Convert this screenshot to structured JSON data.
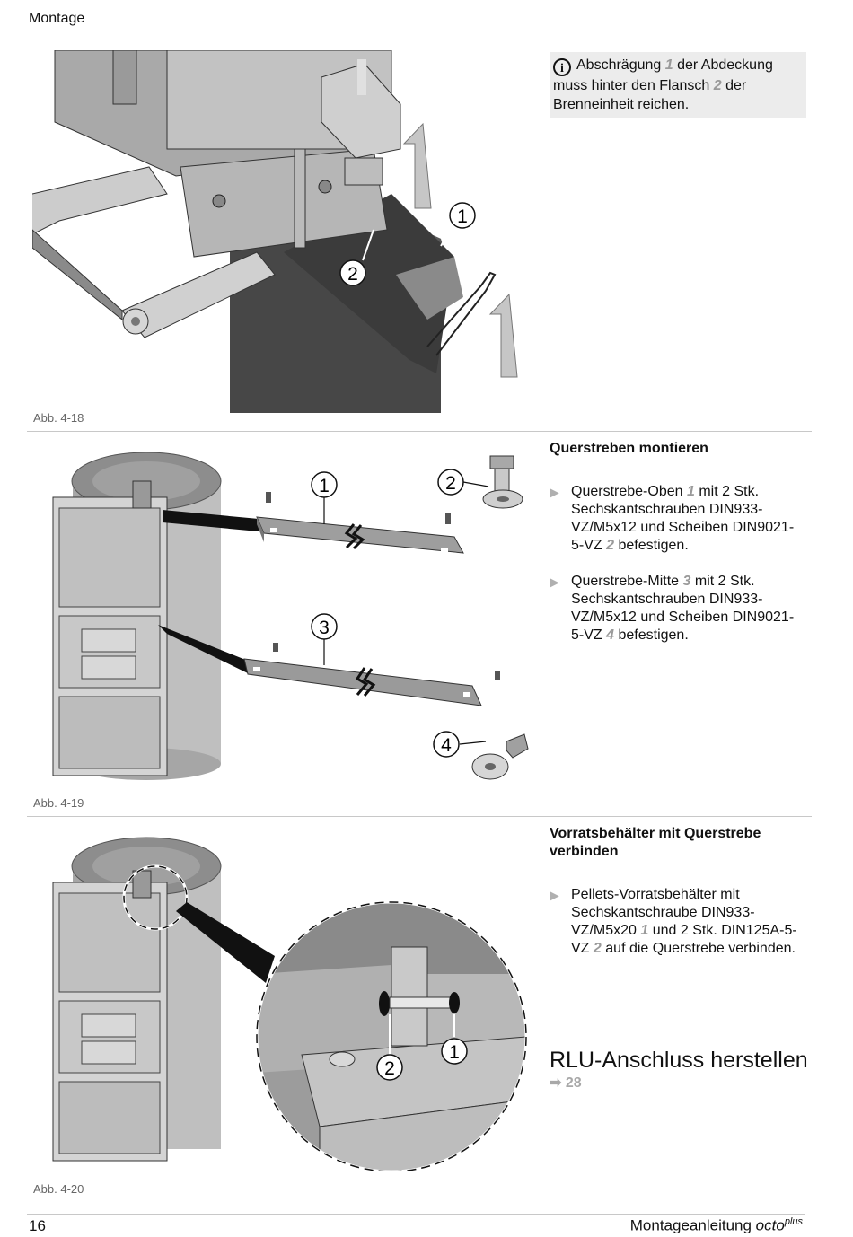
{
  "header": {
    "section": "Montage"
  },
  "figures": [
    {
      "caption": "Abb. 4-18",
      "callouts": [
        "1",
        "2"
      ]
    },
    {
      "caption": "Abb. 4-19",
      "callouts": [
        "1",
        "2",
        "3",
        "4"
      ]
    },
    {
      "caption": "Abb. 4-20",
      "callouts": [
        "1",
        "2"
      ]
    }
  ],
  "note": {
    "icon": "info-icon",
    "text_a": "Abschrägung",
    "ref1": "1",
    "text_b": "der Abdeckung muss hinter den Flansch",
    "ref2": "2",
    "text_c": "der Brenneinheit reichen."
  },
  "section_querstreben": {
    "title": "Querstreben montieren",
    "step1": {
      "a": "Querstrebe-Oben",
      "r1": "1",
      "b": "mit 2 Stk. Sechskantschrauben DIN933-VZ/M5x12 und Scheiben DIN9021-5-VZ",
      "r2": "2",
      "c": "befestigen."
    },
    "step2": {
      "a": "Querstrebe-Mitte",
      "r1": "3",
      "b": "mit 2 Stk. Sechskantschrauben DIN933-VZ/M5x12 und Scheiben DIN9021-5-VZ",
      "r2": "4",
      "c": "befestigen."
    }
  },
  "section_vorrat": {
    "title": "Vorratsbehälter mit Querstrebe verbinden",
    "step1": {
      "a": "Pellets-Vorratsbehälter mit Sechskantschraube DIN933-VZ/M5x20",
      "r1": "1",
      "b": "und 2 Stk. DIN125A-5-VZ",
      "r2": "2",
      "c": "auf die Querstrebe verbinden."
    }
  },
  "rlu": {
    "title": "RLU-Anschluss herstellen",
    "xref_arrow": "➡",
    "xref_page": "28"
  },
  "footer": {
    "page": "16",
    "doc_a": "Montageanleitung",
    "doc_b": "octo",
    "doc_sup": "plus"
  }
}
